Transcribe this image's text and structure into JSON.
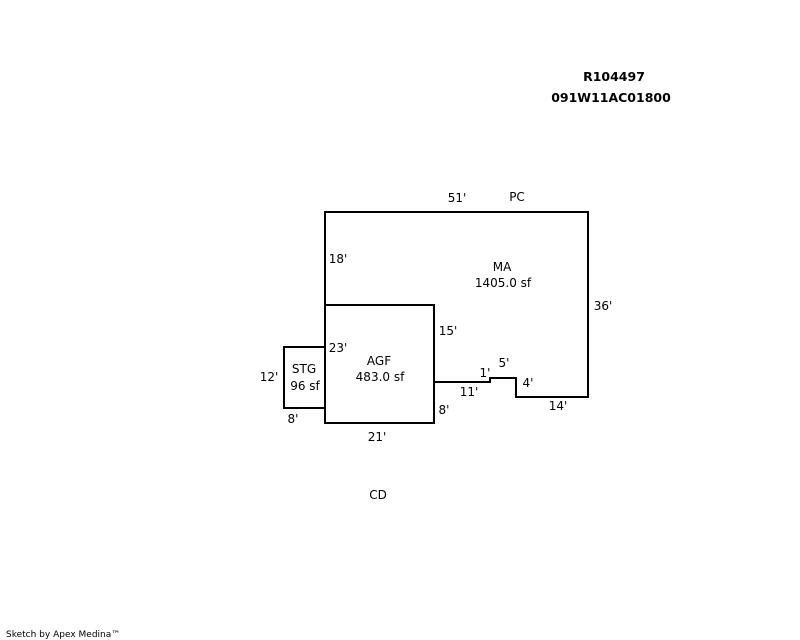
{
  "header": {
    "account_id": "R104497",
    "map_number": "091W11AC01800"
  },
  "areas": {
    "main": {
      "code": "MA",
      "area": "1405.0 sf"
    },
    "garage": {
      "code": "AGF",
      "area": "483.0 sf"
    },
    "storage": {
      "code": "STG",
      "area": "96 sf"
    }
  },
  "features": {
    "porch": "PC",
    "deck": "CD"
  },
  "dimensions": {
    "main_top": "51'",
    "main_left": "18'",
    "main_right": "36'",
    "main_bottom": "14'",
    "main_notch": "4'",
    "main_step_top": "5'",
    "main_step_side": "1'",
    "main_bottom_left": "11'",
    "garage_right_upper": "15'",
    "garage_right_lower": "8'",
    "garage_left": "23'",
    "garage_bottom": "21'",
    "storage_left": "12'",
    "storage_bottom": "8'"
  },
  "footer": {
    "credit": "Sketch by Apex Medina™"
  }
}
